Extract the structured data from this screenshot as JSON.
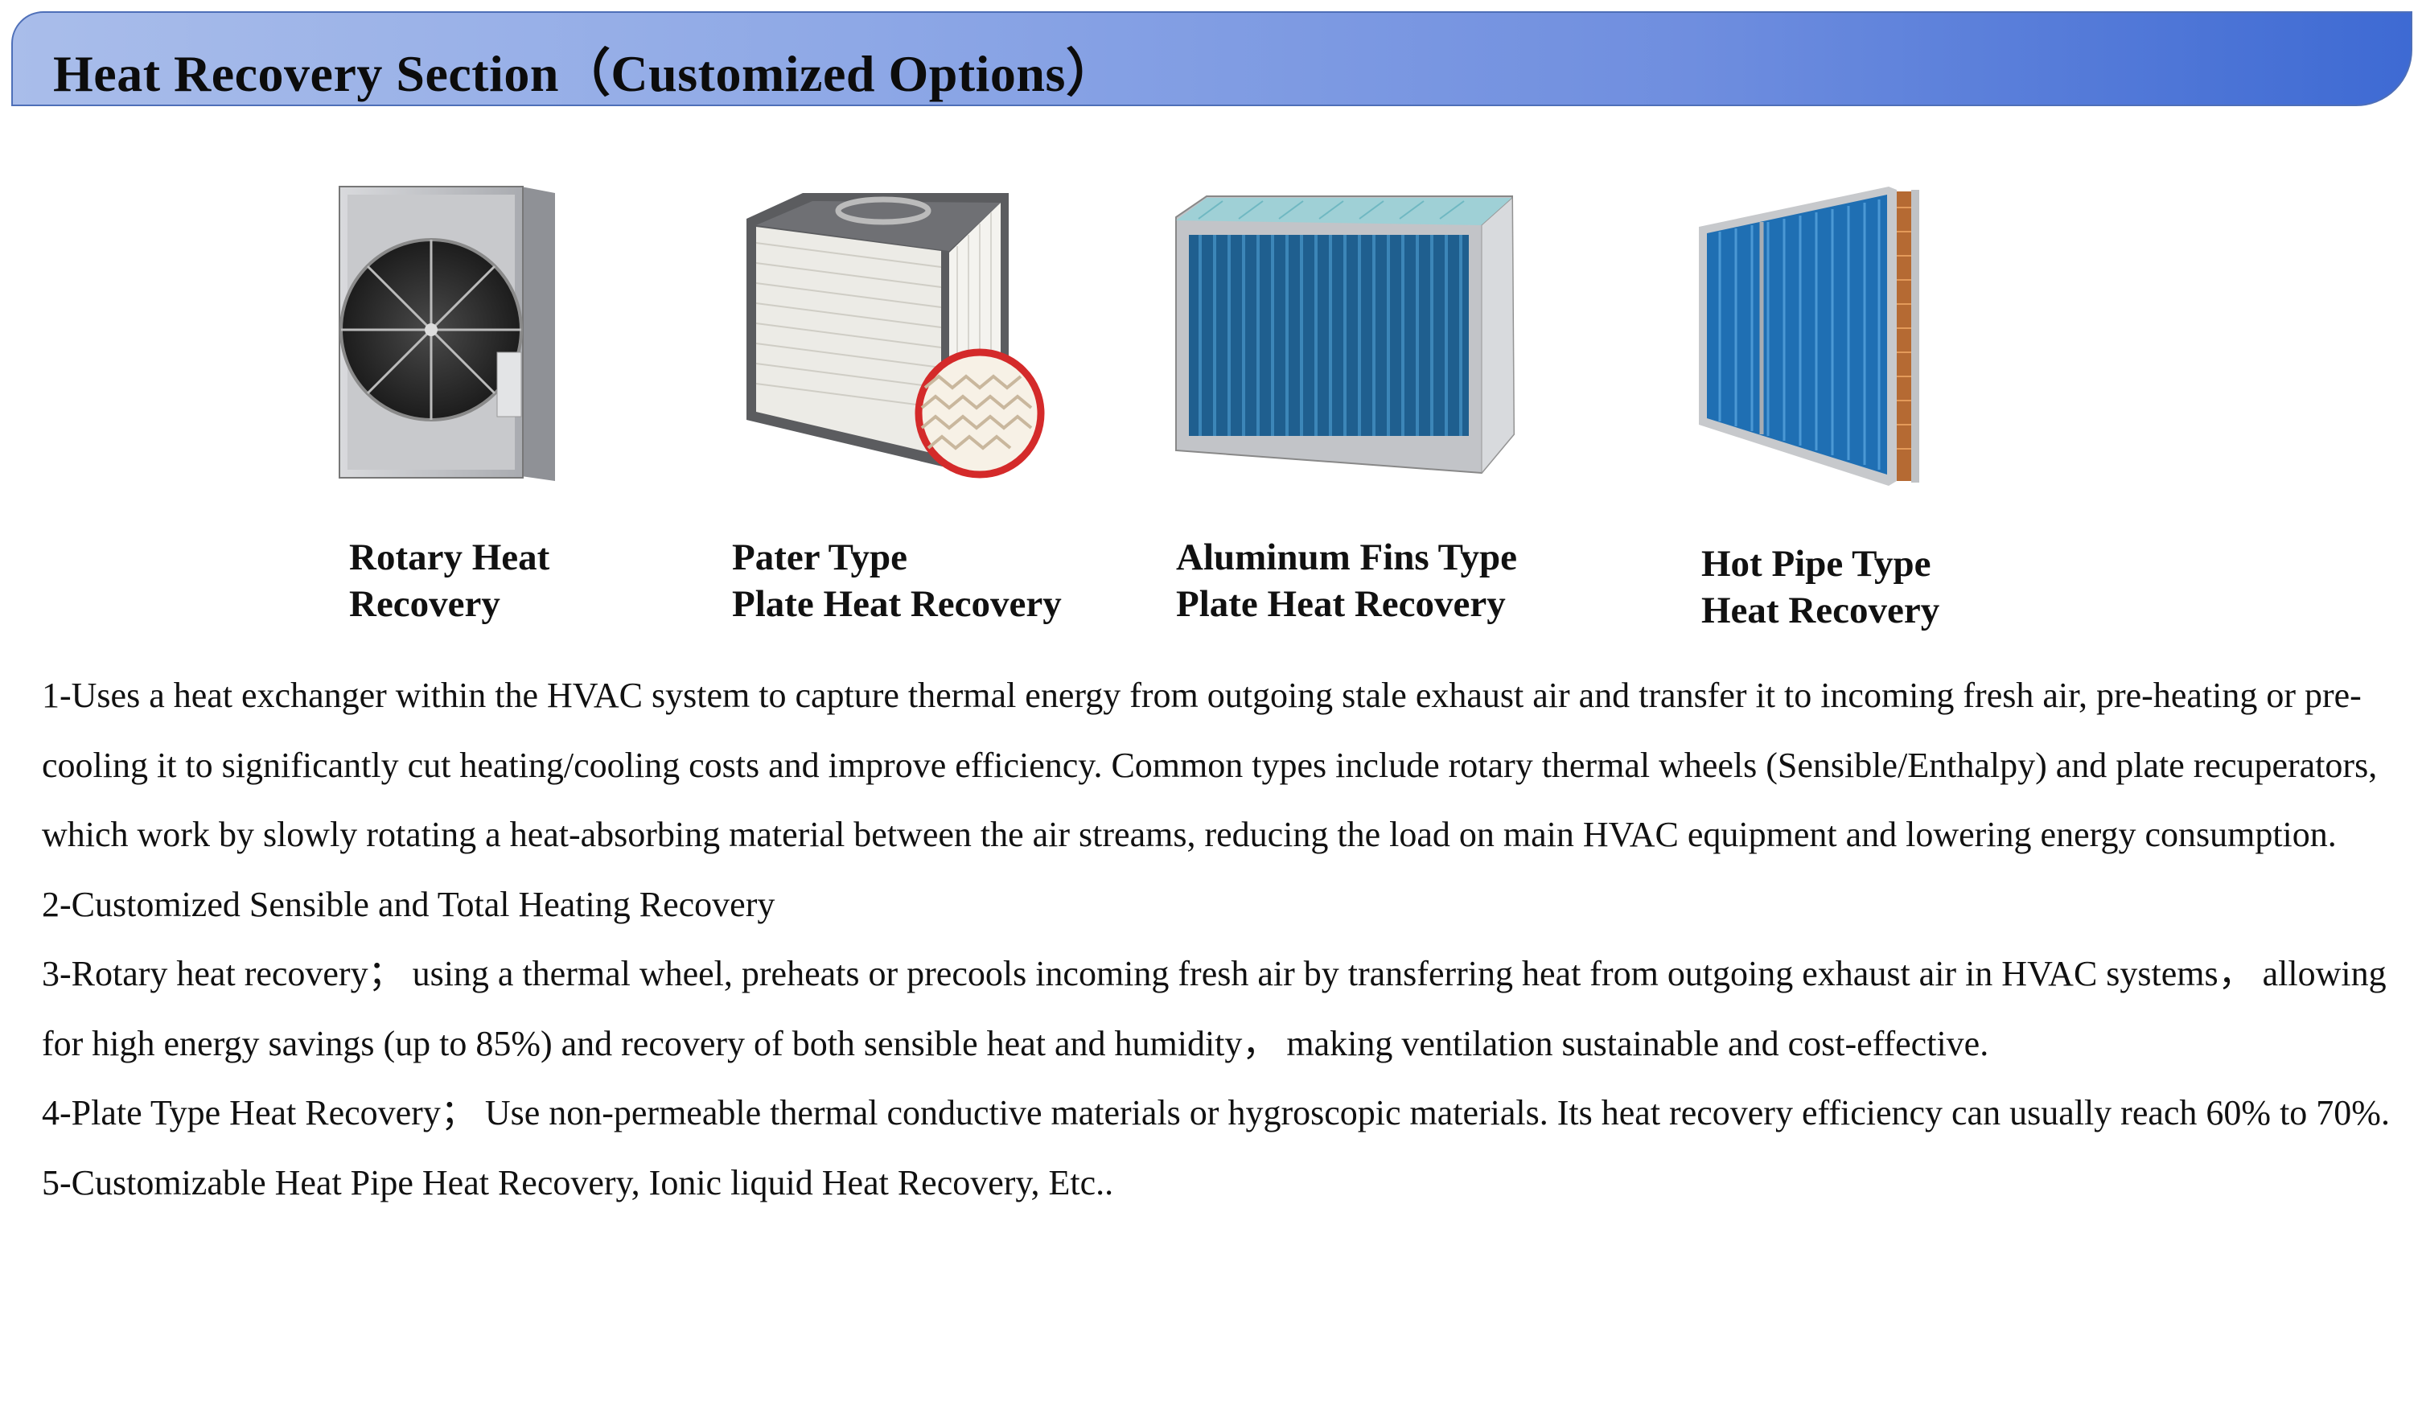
{
  "header": {
    "title": "Heat Recovery Section（Customized Options）"
  },
  "products": [
    {
      "icon": "rotary-wheel-icon",
      "line1": "Rotary Heat",
      "line2": "Recovery"
    },
    {
      "icon": "paper-plate-core-icon",
      "line1": "Pater Type",
      "line2": "Plate Heat Recovery"
    },
    {
      "icon": "aluminum-fins-core-icon",
      "line1": "Aluminum Fins Type",
      "line2": "Plate Heat Recovery"
    },
    {
      "icon": "heat-pipe-coil-icon",
      "line1": "Hot Pipe Type",
      "line2": "Heat Recovery"
    }
  ],
  "paragraphs": [
    "1-Uses a heat exchanger within the HVAC system to capture thermal energy from outgoing stale exhaust air and transfer it to incoming fresh air, pre-heating or pre-cooling it to significantly cut heating/cooling costs and improve efficiency. Common types include rotary thermal wheels (Sensible/Enthalpy) and plate recuperators, which work by slowly rotating a heat-absorbing material between the air streams, reducing the load on main HVAC equipment and lowering energy consumption.",
    "2-Customized Sensible and Total Heating Recovery",
    "3-Rotary heat recovery； using a thermal wheel, preheats or precools incoming fresh air by transferring heat from outgoing exhaust air in HVAC systems， allowing for high energy savings (up to 85%) and recovery of both sensible heat and humidity， making ventilation sustainable and cost-effective.",
    "4-Plate Type Heat Recovery； Use non-permeable thermal conductive materials or hygroscopic materials. Its heat recovery efficiency can usually reach 60% to 70%.",
    "5-Customizable Heat Pipe Heat Recovery, Ionic liquid Heat Recovery, Etc.."
  ]
}
